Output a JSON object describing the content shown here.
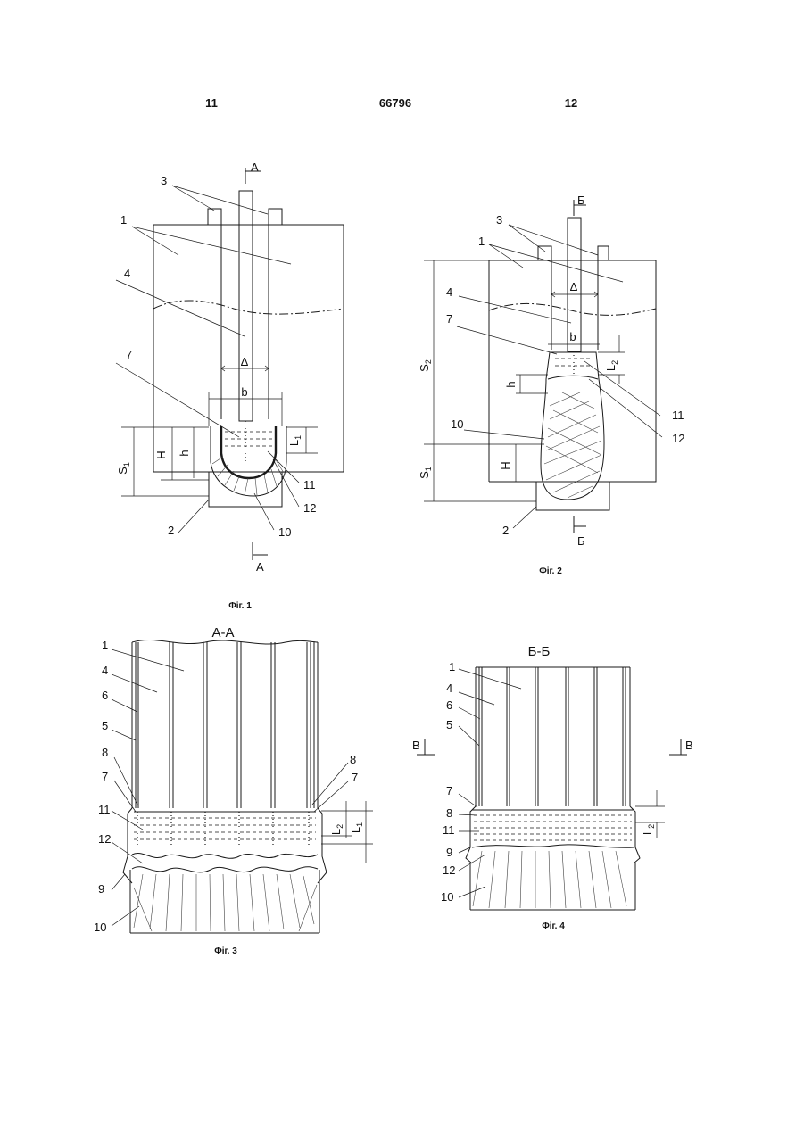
{
  "header": {
    "left_page": "11",
    "doc_number": "66796",
    "right_page": "12"
  },
  "fig1": {
    "caption": "Фіг. 1",
    "section_mark": "A",
    "dims": {
      "delta": "Δ",
      "b": "b",
      "H": "H",
      "h": "h",
      "L": "L",
      "L_sub": "1",
      "S": "S",
      "S_sub": "1"
    },
    "labels": [
      "1",
      "2",
      "3",
      "4",
      "7",
      "10",
      "11",
      "12"
    ]
  },
  "fig2": {
    "caption": "Фіг. 2",
    "section_mark": "Б",
    "dims": {
      "delta": "Δ",
      "b": "b",
      "h": "h",
      "H": "H",
      "L": "L",
      "L_sub": "2",
      "S2": "S",
      "S2_sub": "2",
      "S1": "S",
      "S1_sub": "1"
    },
    "labels": [
      "1",
      "2",
      "3",
      "4",
      "7",
      "10",
      "11",
      "12"
    ]
  },
  "fig3": {
    "caption": "Фіг. 3",
    "section_title": "A-A",
    "dims": {
      "L2": "L",
      "L2_sub": "2",
      "L1": "L",
      "L1_sub": "1"
    },
    "labels": [
      "1",
      "4",
      "6",
      "5",
      "8",
      "7",
      "11",
      "12",
      "9",
      "10",
      "8",
      "7"
    ]
  },
  "fig4": {
    "caption": "Фіг. 4",
    "section_title": "Б-Б",
    "view_mark": "B",
    "dims": {
      "L": "L",
      "L_sub": "2"
    },
    "labels": [
      "1",
      "4",
      "6",
      "5",
      "7",
      "8",
      "11",
      "9",
      "12",
      "10"
    ]
  }
}
